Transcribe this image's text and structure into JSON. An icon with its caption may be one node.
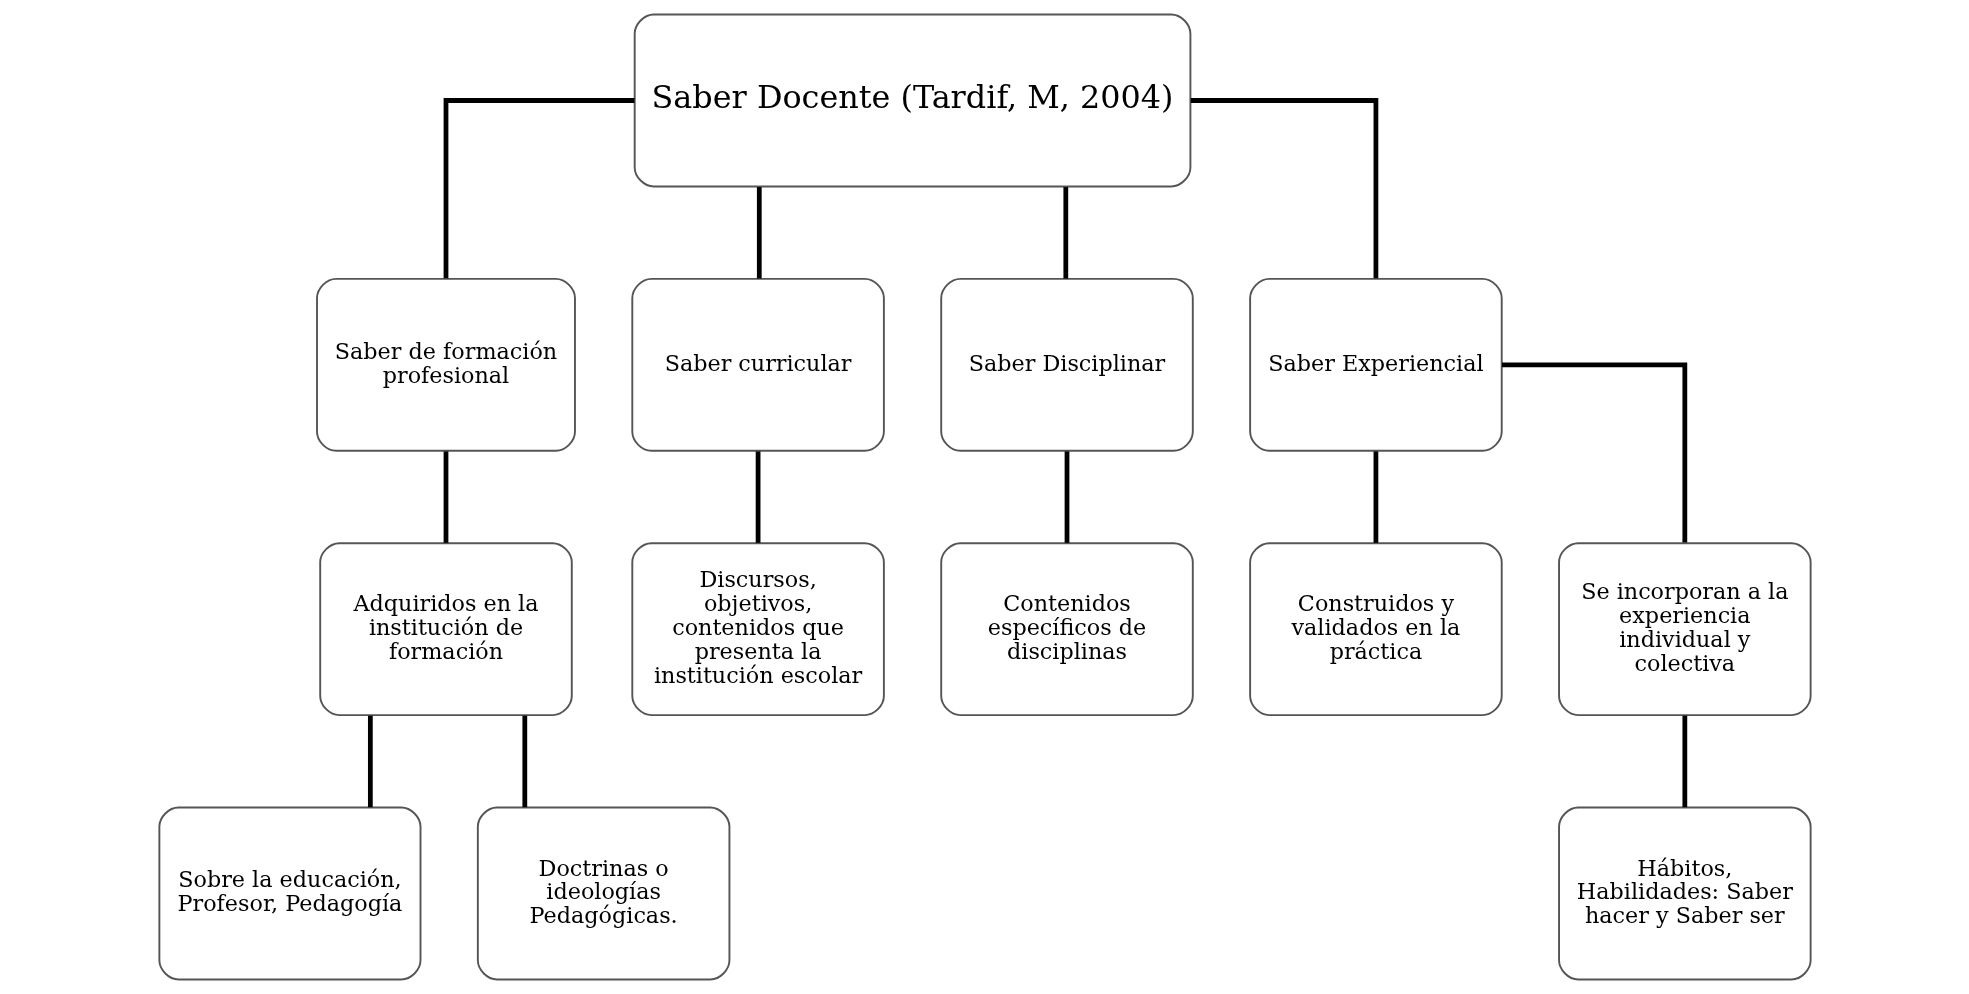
{
  "diagram": {
    "nodes": [
      {
        "text": [
          "Saber Docente (Tardif, M, 2004)"
        ]
      },
      {
        "text": [
          "Saber de formación profesional"
        ]
      },
      {
        "text": [
          "Saber curricular"
        ]
      },
      {
        "text": [
          "Saber Disciplinar"
        ]
      },
      {
        "text": [
          "Saber Experiencial"
        ]
      },
      {
        "text": [
          "Adquiridos en la institución de formación"
        ]
      },
      {
        "text": [
          "Discursos, objetivos, contenidos que presenta la institución escolar"
        ]
      },
      {
        "text": [
          "Contenidos específicos de disciplinas"
        ]
      },
      {
        "text": [
          "Construidos y validados en la práctica"
        ]
      },
      {
        "text": [
          "Se incorporan a la experiencia individual y colectiva"
        ]
      },
      {
        "text": [
          "Sobre la educación, Profesor, Pedagogía"
        ]
      },
      {
        "text": [
          "Doctrinas o ideologías Pedagógicas."
        ]
      },
      {
        "text": [
          "Hábitos, Habilidades: Saber hacer y Saber ser"
        ]
      }
    ],
    "edges": [
      {
        "from": 0,
        "to": 1,
        "arrow": "none"
      },
      {
        "from": 0,
        "to": 2,
        "arrow": "none"
      },
      {
        "from": 0,
        "to": 3,
        "arrow": "none"
      },
      {
        "from": 0,
        "to": 4,
        "arrow": "none"
      },
      {
        "from": 1,
        "to": 5,
        "arrow": "none"
      },
      {
        "from": 2,
        "to": 6,
        "arrow": "none"
      },
      {
        "from": 3,
        "to": 7,
        "arrow": "none"
      },
      {
        "from": 4,
        "to": 8,
        "arrow": "none"
      },
      {
        "from": 4,
        "to": 9,
        "arrow": "none"
      },
      {
        "from": 5,
        "to": 10,
        "arrow": "none"
      },
      {
        "from": 5,
        "to": 11,
        "arrow": "none"
      },
      {
        "from": 9,
        "to": 12,
        "arrow": "none"
      }
    ]
  }
}
